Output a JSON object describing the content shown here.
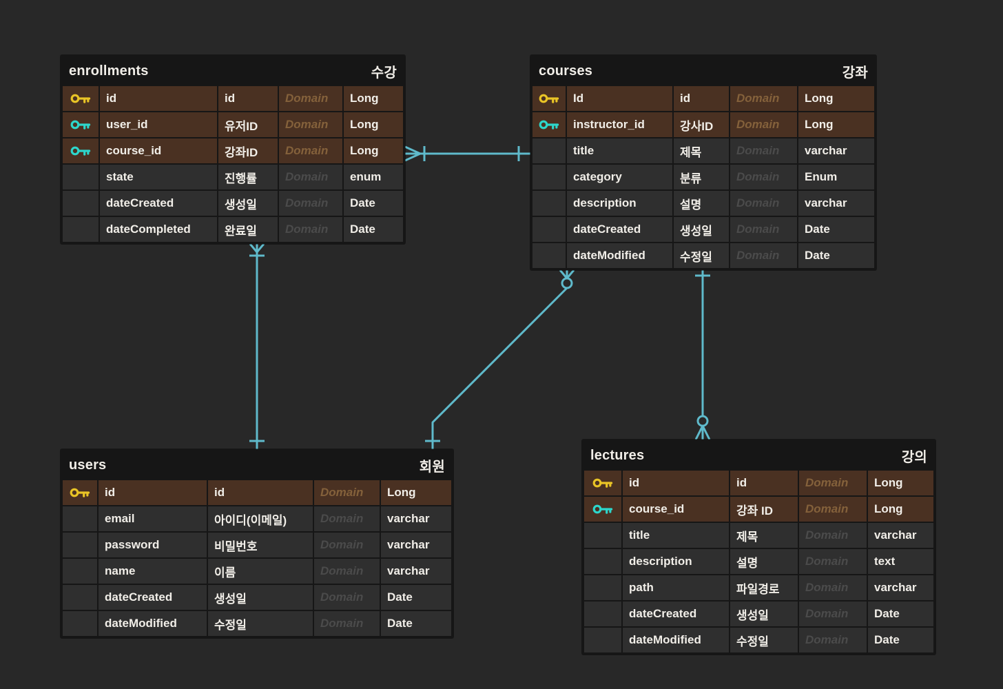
{
  "theme": {
    "background": "#282828",
    "table_bg": "#161616",
    "row_bg": "#2f2f2f",
    "pk_row_bg": "#4a3122",
    "text": "#f1eee8",
    "domain_text": "#4b4b4b",
    "domain_text_pk": "#84613b",
    "line_color": "#5fbacb",
    "pk_icon": "#e9c426",
    "fk_icon": "#2dd6cb"
  },
  "tables": [
    {
      "title": "enrollments",
      "title_ko": "수강",
      "rows": [
        {
          "key": "pk",
          "name": "id",
          "label": "id",
          "domain": "Domain",
          "type": "Long"
        },
        {
          "key": "fk",
          "name": "user_id",
          "label": "유저ID",
          "domain": "Domain",
          "type": "Long"
        },
        {
          "key": "fk",
          "name": "course_id",
          "label": "강좌ID",
          "domain": "Domain",
          "type": "Long"
        },
        {
          "key": "",
          "name": "state",
          "label": "진행률",
          "domain": "Domain",
          "type": "enum"
        },
        {
          "key": "",
          "name": "dateCreated",
          "label": "생성일",
          "domain": "Domain",
          "type": "Date"
        },
        {
          "key": "",
          "name": "dateCompleted",
          "label": "완료일",
          "domain": "Domain",
          "type": "Date"
        }
      ]
    },
    {
      "title": "courses",
      "title_ko": "강좌",
      "rows": [
        {
          "key": "pk",
          "name": "Id",
          "label": "id",
          "domain": "Domain",
          "type": "Long"
        },
        {
          "key": "fk",
          "name": "instructor_id",
          "label": "강사ID",
          "domain": "Domain",
          "type": "Long"
        },
        {
          "key": "",
          "name": "title",
          "label": "제목",
          "domain": "Domain",
          "type": "varchar"
        },
        {
          "key": "",
          "name": "category",
          "label": "분류",
          "domain": "Domain",
          "type": "Enum"
        },
        {
          "key": "",
          "name": "description",
          "label": "설명",
          "domain": "Domain",
          "type": "varchar"
        },
        {
          "key": "",
          "name": "dateCreated",
          "label": "생성일",
          "domain": "Domain",
          "type": "Date"
        },
        {
          "key": "",
          "name": "dateModified",
          "label": "수정일",
          "domain": "Domain",
          "type": "Date"
        }
      ]
    },
    {
      "title": "users",
      "title_ko": "회원",
      "rows": [
        {
          "key": "pk",
          "name": "id",
          "label": "id",
          "domain": "Domain",
          "type": "Long"
        },
        {
          "key": "",
          "name": "email",
          "label": "아이디(이메일)",
          "domain": "Domain",
          "type": "varchar"
        },
        {
          "key": "",
          "name": "password",
          "label": "비밀번호",
          "domain": "Domain",
          "type": "varchar"
        },
        {
          "key": "",
          "name": "name",
          "label": "이름",
          "domain": "Domain",
          "type": "varchar"
        },
        {
          "key": "",
          "name": "dateCreated",
          "label": "생성일",
          "domain": "Domain",
          "type": "Date"
        },
        {
          "key": "",
          "name": "dateModified",
          "label": "수정일",
          "domain": "Domain",
          "type": "Date"
        }
      ]
    },
    {
      "title": "lectures",
      "title_ko": "강의",
      "rows": [
        {
          "key": "pk",
          "name": "id",
          "label": "id",
          "domain": "Domain",
          "type": "Long"
        },
        {
          "key": "fk",
          "name": "course_id",
          "label": "강좌 ID",
          "domain": "Domain",
          "type": "Long"
        },
        {
          "key": "",
          "name": "title",
          "label": "제목",
          "domain": "Domain",
          "type": "varchar"
        },
        {
          "key": "",
          "name": "description",
          "label": "설명",
          "domain": "Domain",
          "type": "text"
        },
        {
          "key": "",
          "name": "path",
          "label": "파일경로",
          "domain": "Domain",
          "type": "varchar"
        },
        {
          "key": "",
          "name": "dateCreated",
          "label": "생성일",
          "domain": "Domain",
          "type": "Date"
        },
        {
          "key": "",
          "name": "dateModified",
          "label": "수정일",
          "domain": "Domain",
          "type": "Date"
        }
      ]
    }
  ],
  "relationships": [
    {
      "name": "enrollments-to-courses",
      "from_table": "enrollments",
      "from_cardinality": "one-or-many",
      "to_table": "courses",
      "to_cardinality": "one"
    },
    {
      "name": "enrollments-to-users",
      "from_table": "enrollments",
      "from_cardinality": "one-or-many",
      "to_table": "users",
      "to_cardinality": "one"
    },
    {
      "name": "courses-to-users",
      "from_table": "courses",
      "from_cardinality": "zero-or-many",
      "to_table": "users",
      "to_cardinality": "one"
    },
    {
      "name": "courses-to-lectures",
      "from_table": "courses",
      "from_cardinality": "one",
      "to_table": "lectures",
      "to_cardinality": "zero-or-many"
    }
  ]
}
